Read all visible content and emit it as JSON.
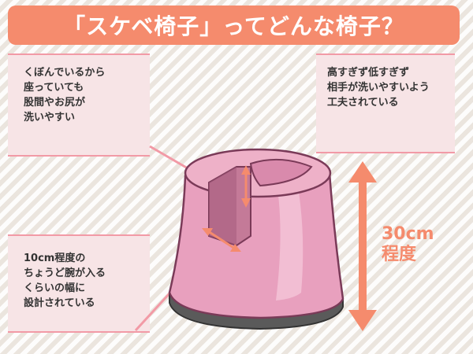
{
  "title": "「スケベ椅子」ってどんな椅子？",
  "notes": {
    "top_left": "くぼんでいるから\n座っていても\n股間やお尻が\n洗いやすい",
    "top_right": "高すぎず低すぎず\n相手が洗いやすいよう\n工夫されている",
    "bottom_left": "10cm程度の\nちょうど腕が入る\nくらいの幅に\n設計されている"
  },
  "height_label": {
    "value": "30cm",
    "suffix": "程度"
  },
  "colors": {
    "title_bg": "#f58b6d",
    "note_bg": "#f7e4e6",
    "note_border": "#f29aa6",
    "chair_pink": "#e8a0be",
    "chair_dark": "#c47a98",
    "chair_base": "#5a5a5a",
    "arrow": "#f58b6d"
  }
}
